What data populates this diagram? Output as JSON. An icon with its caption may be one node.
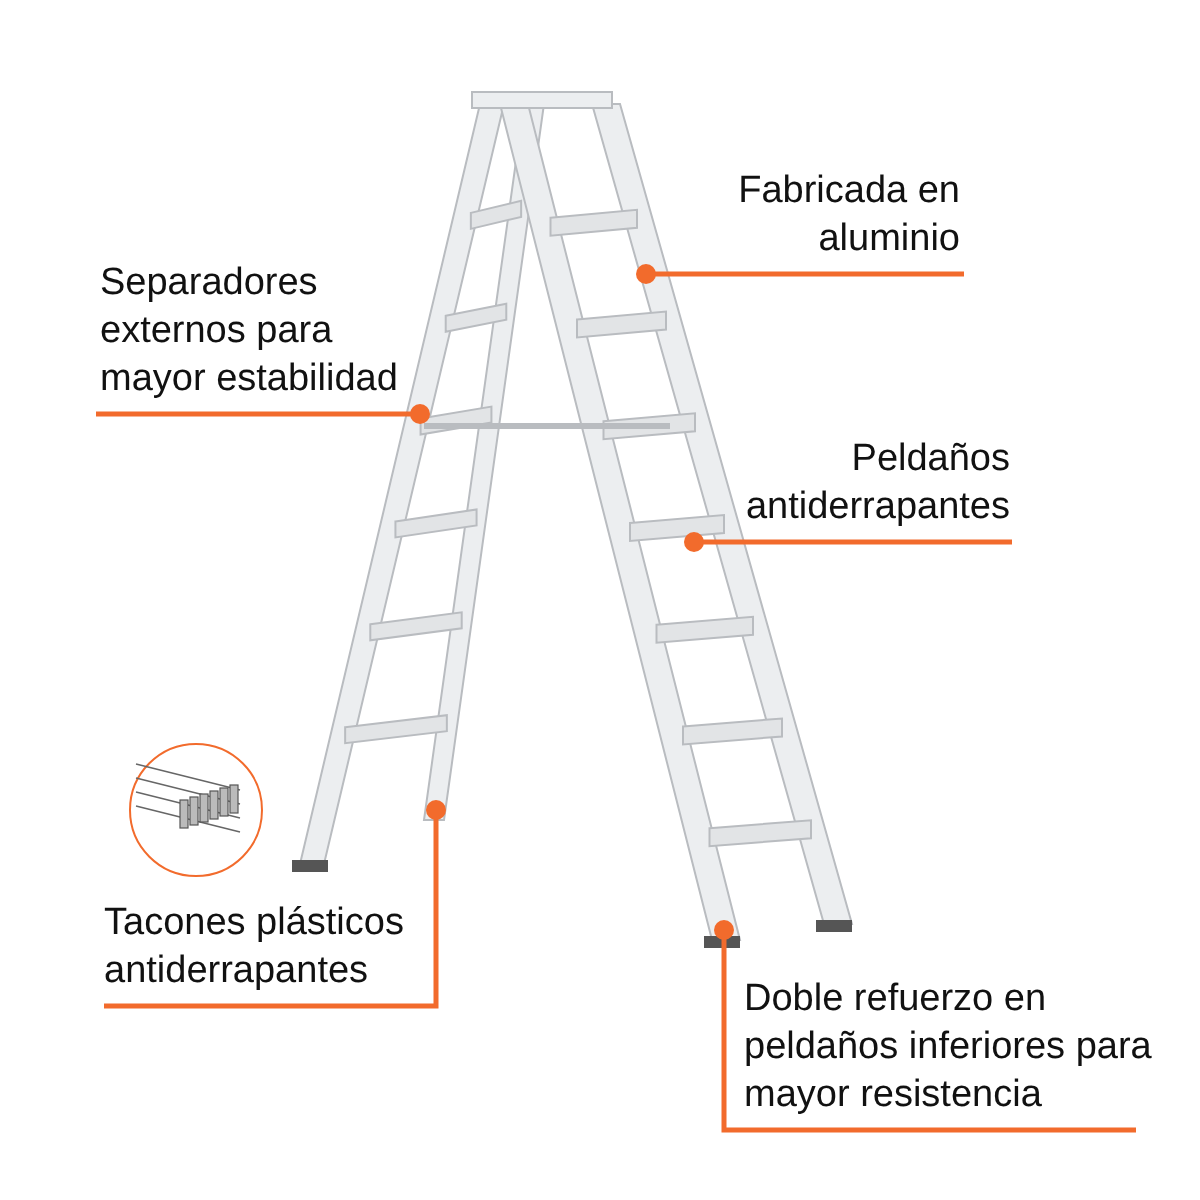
{
  "diagram": {
    "nodes": [
      {
        "text": [
          "Fabricada en aluminio"
        ]
      },
      {
        "text": [
          "Separadores externos para mayor estabilidad"
        ]
      },
      {
        "text": [
          "Peldaños antiderrapantes"
        ]
      },
      {
        "text": [
          "Tacones plásticos antiderrapantes"
        ]
      },
      {
        "text": [
          "Doble refuerzo en peldaños inferiores para mayor resistencia"
        ]
      }
    ],
    "edges": [
      {
        "from": 0,
        "to": null,
        "arrow": "other"
      },
      {
        "from": 1,
        "to": null,
        "arrow": "other"
      },
      {
        "from": 2,
        "to": null,
        "arrow": "other"
      },
      {
        "from": 3,
        "to": null,
        "arrow": "other"
      },
      {
        "from": 4,
        "to": null,
        "arrow": "other"
      }
    ]
  }
}
